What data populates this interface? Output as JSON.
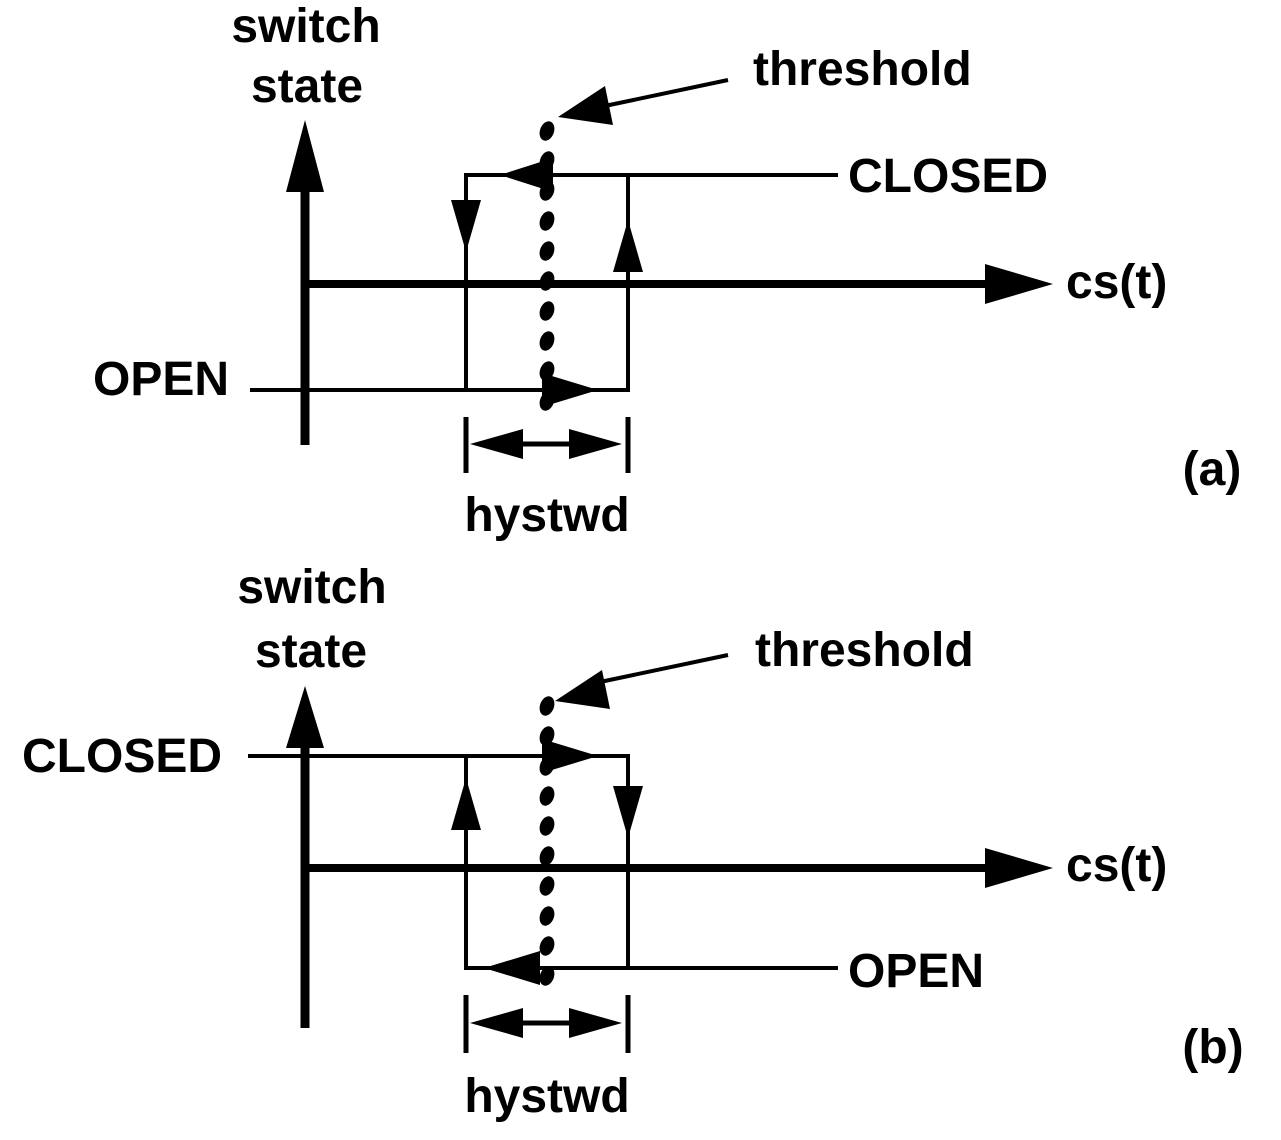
{
  "colors": {
    "ink": "#000000",
    "paper": "#ffffff"
  },
  "diagram_a": {
    "axis_label_line1": "switch",
    "axis_label_line2": "state",
    "threshold_label": "threshold",
    "closed_label": "CLOSED",
    "x_axis_label": "cs(t)",
    "open_label": "OPEN",
    "hystwd_label": "hystwd",
    "caption": "(a)"
  },
  "diagram_b": {
    "axis_label_line1": "switch",
    "axis_label_line2": "state",
    "threshold_label": "threshold",
    "closed_label": "CLOSED",
    "x_axis_label": "cs(t)",
    "open_label": "OPEN",
    "hystwd_label": "hystwd",
    "caption": "(b)"
  }
}
